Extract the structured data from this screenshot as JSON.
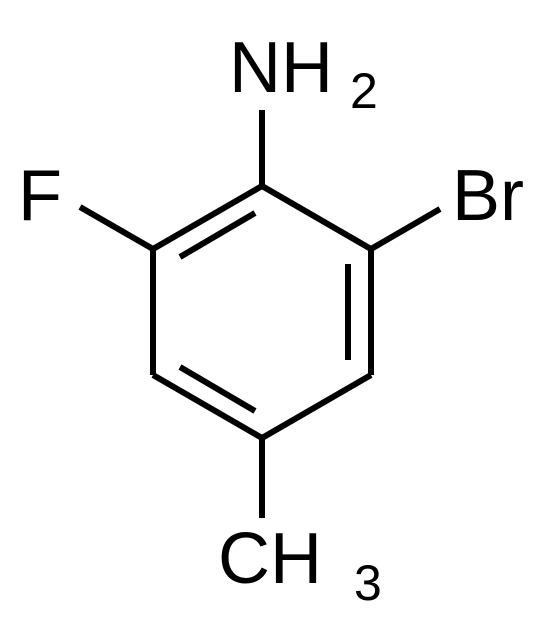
{
  "molecule": {
    "substituents": {
      "amine": {
        "element": "NH",
        "subscript": "2"
      },
      "fluoro": {
        "element": "F"
      },
      "bromo": {
        "element": "Br"
      },
      "methyl": {
        "element": "CH",
        "subscript": "3"
      }
    },
    "colors": {
      "bond": "#000000",
      "label": "#000000",
      "background": "#ffffff"
    }
  }
}
